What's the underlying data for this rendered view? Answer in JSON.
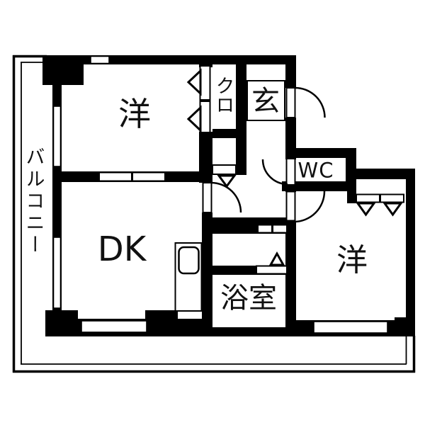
{
  "title": "apartment-floor-plan",
  "rooms": {
    "living_left": {
      "label": "洋"
    },
    "closet": {
      "label": "クロ"
    },
    "entrance": {
      "label": "玄"
    },
    "wc": {
      "label": "WC"
    },
    "dk": {
      "label": "DK"
    },
    "bath": {
      "label": "浴室"
    },
    "living_right": {
      "label": "洋"
    },
    "balcony": {
      "label": "バルコニー"
    }
  },
  "colors": {
    "wall": "#000000",
    "background": "#ffffff",
    "line": "#000000"
  }
}
